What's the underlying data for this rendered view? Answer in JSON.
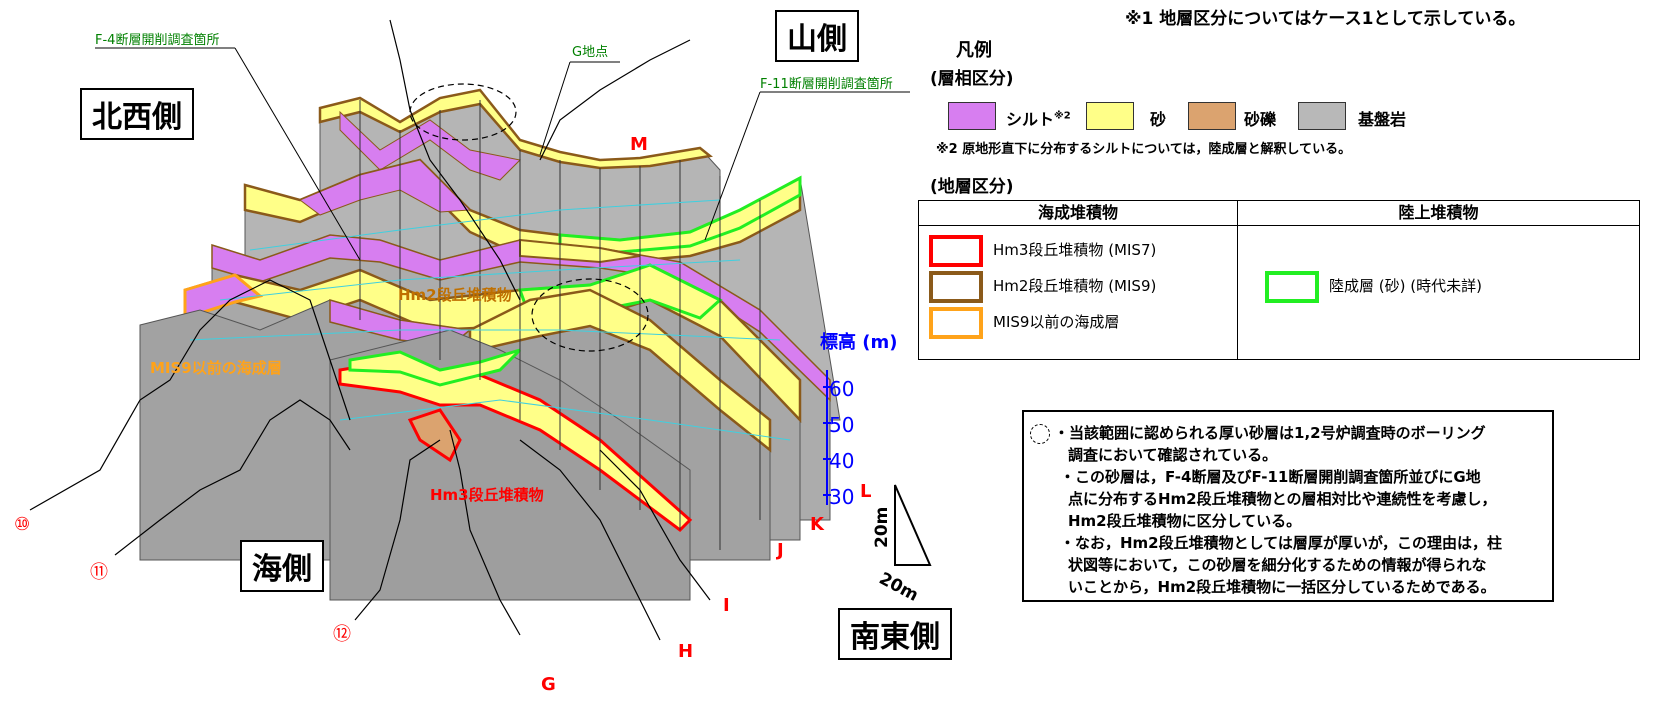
{
  "directions": {
    "northwest": "北西側",
    "mountain": "山側",
    "sea": "海側",
    "southeast": "南東側"
  },
  "note1": "※1 地層区分についてはケース1として示している。",
  "callouts": {
    "f4": "F-4断層開削調査箇所",
    "g": "G地点",
    "f11": "F-11断層開削調査箇所"
  },
  "map_labels": {
    "hm2": "Hm2段丘堆積物",
    "hm3": "Hm3段丘堆積物",
    "mis9": "MIS9以前の海成層"
  },
  "section_labels": {
    "M": "M",
    "L": "L",
    "K": "K",
    "J": "J",
    "I": "I",
    "H": "H",
    "G": "G",
    "c10": "⑩",
    "c11": "⑪",
    "c12": "⑫"
  },
  "elevation": {
    "title": "標高 (m)",
    "ticks": [
      "60",
      "50",
      "40",
      "30"
    ]
  },
  "scale": {
    "vertical": "20m",
    "horizontal": "20m"
  },
  "legend": {
    "title": "凡例",
    "facies_title": "(層相区分)",
    "facies": [
      {
        "label": "シルト",
        "sup": "※2",
        "color": "#d77ef0"
      },
      {
        "label": "砂",
        "color": "#ffff88"
      },
      {
        "label": "砂礫",
        "color": "#dba36f"
      },
      {
        "label": "基盤岩",
        "color": "#b8b8b8"
      }
    ],
    "note2": "※2 原地形直下に分布するシルトについては，陸成層と解釈している。",
    "strat_title": "(地層区分)",
    "table": {
      "col_marine": "海成堆積物",
      "col_land": "陸上堆積物",
      "marine": [
        {
          "label": "Hm3段丘堆積物 (MIS7)",
          "color": "#ff0000"
        },
        {
          "label": "Hm2段丘堆積物 (MIS9)",
          "color": "#8b5a1a"
        },
        {
          "label": "MIS9以前の海成層",
          "color": "#ffa31a"
        }
      ],
      "land": [
        {
          "label": "陸成層 (砂) (時代未詳)",
          "color": "#22ee22"
        }
      ]
    }
  },
  "notes": [
    "・当該範囲に認められる厚い砂層は1,2号炉調査時のボーリング",
    "調査において確認されている。",
    "・この砂層は，F-4断層及びF-11断層開削調査箇所並びにG地",
    "点に分布するHm2段丘堆積物との層相対比や連続性を考慮し，",
    "Hm2段丘堆積物に区分している。",
    "・なお，Hm2段丘堆積物としては層厚が厚いが，この理由は，柱",
    "状図等において，この砂層を細分化するための情報が得られな",
    "いことから，Hm2段丘堆積物に一括区分しているためである。"
  ]
}
